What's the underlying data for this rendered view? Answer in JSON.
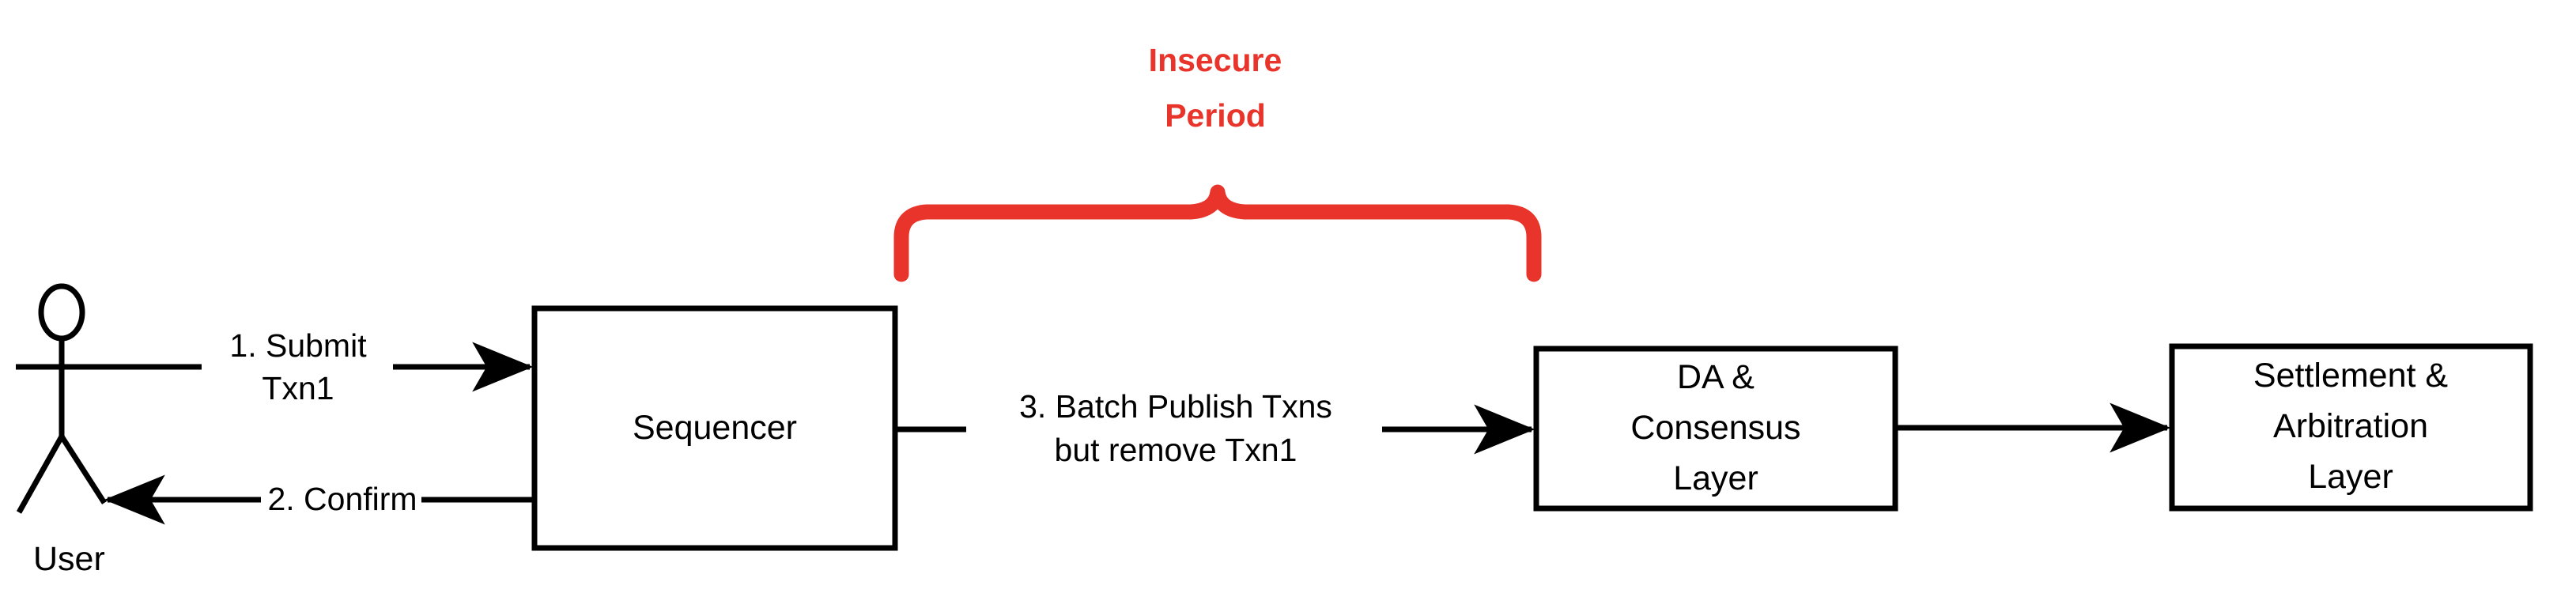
{
  "diagram": {
    "title_text": "Insecure Period",
    "accent_color": "#E8342A",
    "line_color": "#000000",
    "background_color": "#FFFFFF",
    "actor": {
      "name": "user-actor",
      "label": "User"
    },
    "nodes": [
      {
        "id": "sequencer",
        "lines": [
          "Sequencer"
        ]
      },
      {
        "id": "da-consensus-layer",
        "lines": [
          "DA &",
          "Consensus",
          "Layer"
        ]
      },
      {
        "id": "settlement-arbitration-layer",
        "lines": [
          "Settlement &",
          "Arbitration",
          "Layer"
        ]
      }
    ],
    "edges": [
      {
        "id": "submit-txn1",
        "lines": [
          "1. Submit",
          "Txn1"
        ],
        "from": "user",
        "to": "sequencer",
        "direction": "right"
      },
      {
        "id": "confirm",
        "lines": [
          "2. Confirm"
        ],
        "from": "sequencer",
        "to": "user",
        "direction": "left"
      },
      {
        "id": "batch-publish",
        "lines": [
          "3. Batch Publish Txns",
          "but remove Txn1"
        ],
        "from": "sequencer",
        "to": "da-consensus-layer",
        "direction": "right"
      },
      {
        "id": "da-to-settlement",
        "lines": [],
        "from": "da-consensus-layer",
        "to": "settlement-arbitration-layer",
        "direction": "right"
      }
    ],
    "annotation": {
      "id": "insecure-period-brace",
      "lines": [
        "Insecure",
        "Period"
      ],
      "spans_from": "sequencer",
      "spans_to": "da-consensus-layer"
    }
  }
}
